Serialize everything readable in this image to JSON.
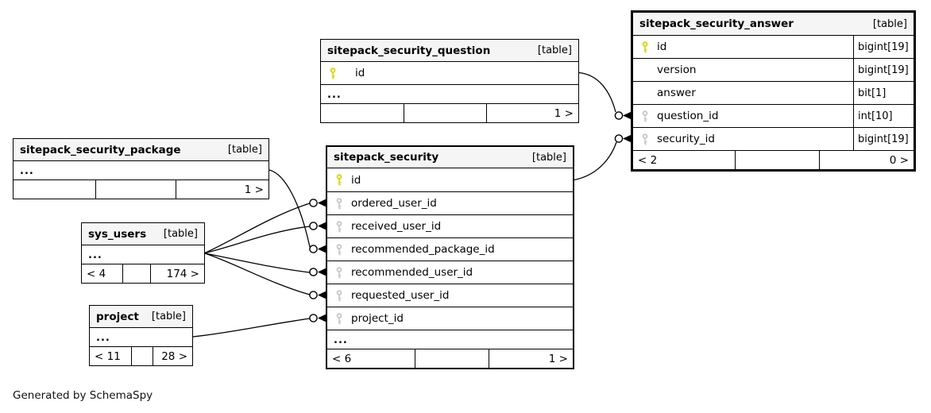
{
  "generator_note": "Generated by SchemaSpy",
  "table_badge": "[table]",
  "ellipsis": "...",
  "colors": {
    "primary_key_icon": "#d4d400",
    "foreign_key_icon": "#c6c6c6",
    "header_background": "#f5f5f5",
    "border": "#000000",
    "background": "#ffffff"
  },
  "tables": {
    "answer": {
      "title": "sitepack_security_answer",
      "columns": [
        {
          "name": "id",
          "type": "bigint[19]",
          "key": "pk"
        },
        {
          "name": "version",
          "type": "bigint[19]",
          "key": null
        },
        {
          "name": "answer",
          "type": "bit[1]",
          "key": null
        },
        {
          "name": "question_id",
          "type": "int[10]",
          "key": "fk"
        },
        {
          "name": "security_id",
          "type": "bigint[19]",
          "key": "fk"
        }
      ],
      "footer": {
        "left": "< 2",
        "middle": "",
        "right": "0 >"
      }
    },
    "question": {
      "title": "sitepack_security_question",
      "columns": [
        {
          "name": "id",
          "key": "pk"
        }
      ],
      "footer": {
        "left": "",
        "middle": "",
        "right": "1 >"
      }
    },
    "security": {
      "title": "sitepack_security",
      "columns": [
        {
          "name": "id",
          "key": "pk"
        },
        {
          "name": "ordered_user_id",
          "key": "fk"
        },
        {
          "name": "received_user_id",
          "key": "fk"
        },
        {
          "name": "recommended_package_id",
          "key": "fk"
        },
        {
          "name": "recommended_user_id",
          "key": "fk"
        },
        {
          "name": "requested_user_id",
          "key": "fk"
        },
        {
          "name": "project_id",
          "key": "fk"
        }
      ],
      "footer": {
        "left": "< 6",
        "middle": "",
        "right": "1 >"
      }
    },
    "package": {
      "title": "sitepack_security_package",
      "footer": {
        "left": "",
        "middle": "",
        "right": "1 >"
      }
    },
    "sys_users": {
      "title": "sys_users",
      "footer": {
        "left": "< 4",
        "middle": "",
        "right": "174 >"
      }
    },
    "project": {
      "title": "project",
      "footer": {
        "left": "< 11",
        "middle": "",
        "right": "28 >"
      }
    }
  },
  "relationships": [
    {
      "from": "sitepack_security_question.id",
      "to": "sitepack_security_answer.question_id"
    },
    {
      "from": "sitepack_security.id",
      "to": "sitepack_security_answer.security_id"
    },
    {
      "from": "sitepack_security_package",
      "to": "sitepack_security.recommended_package_id"
    },
    {
      "from": "sys_users",
      "to": "sitepack_security.ordered_user_id"
    },
    {
      "from": "sys_users",
      "to": "sitepack_security.received_user_id"
    },
    {
      "from": "sys_users",
      "to": "sitepack_security.recommended_user_id"
    },
    {
      "from": "sys_users",
      "to": "sitepack_security.requested_user_id"
    },
    {
      "from": "project",
      "to": "sitepack_security.project_id"
    }
  ]
}
